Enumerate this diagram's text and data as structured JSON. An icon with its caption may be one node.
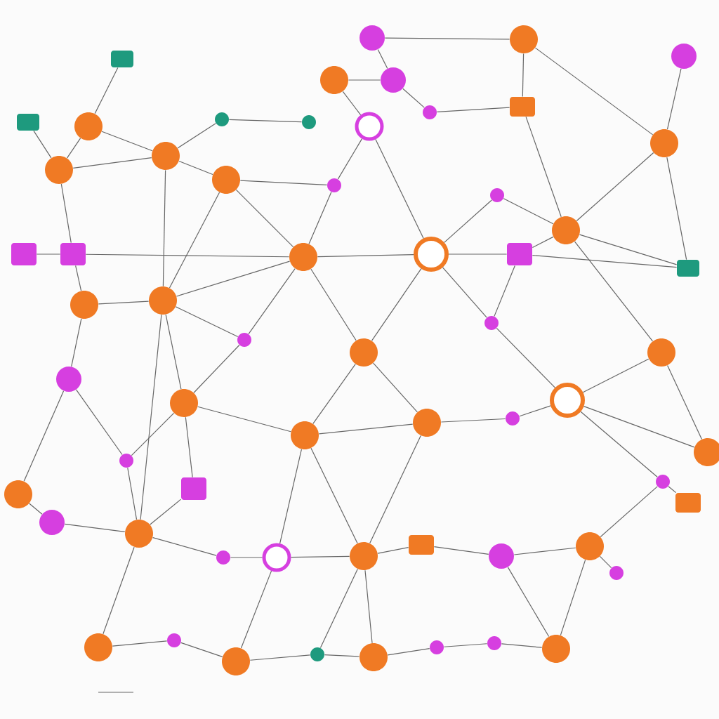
{
  "diagram": {
    "nodes": [
      {
        "text": [],
        "shape": "circle"
      },
      {
        "text": [],
        "shape": "circle"
      },
      {
        "text": [],
        "shape": "circle"
      },
      {
        "text": [],
        "shape": "circle"
      },
      {
        "text": [],
        "shape": "circle"
      },
      {
        "text": [],
        "shape": "circle"
      },
      {
        "text": [],
        "shape": "circle"
      },
      {
        "text": [],
        "shape": "circle"
      },
      {
        "text": [],
        "shape": "box"
      },
      {
        "text": [],
        "shape": "circle"
      },
      {
        "text": [],
        "shape": "circle"
      },
      {
        "text": [],
        "shape": "circle"
      },
      {
        "text": [],
        "shape": "circle"
      },
      {
        "text": [],
        "shape": "circle"
      },
      {
        "text": [],
        "shape": "circle"
      },
      {
        "text": [],
        "shape": "box"
      },
      {
        "text": [],
        "shape": "box"
      },
      {
        "text": [],
        "shape": "circle"
      },
      {
        "text": [],
        "shape": "box"
      },
      {
        "text": [],
        "shape": "box"
      },
      {
        "text": [],
        "shape": "circle"
      },
      {
        "text": [],
        "shape": "circle"
      },
      {
        "text": [],
        "shape": "circle"
      },
      {
        "text": [],
        "shape": "circle"
      },
      {
        "text": [],
        "shape": "circle"
      },
      {
        "text": [],
        "shape": "circle"
      },
      {
        "text": [],
        "shape": "circle"
      },
      {
        "text": [],
        "shape": "circle"
      },
      {
        "text": [],
        "shape": "circle"
      },
      {
        "text": [],
        "shape": "circle"
      },
      {
        "text": [],
        "shape": "circle"
      },
      {
        "text": [],
        "shape": "circle"
      },
      {
        "text": [],
        "shape": "circle"
      },
      {
        "text": [],
        "shape": "box"
      },
      {
        "text": [],
        "shape": "circle"
      },
      {
        "text": [],
        "shape": "circle"
      },
      {
        "text": [],
        "shape": "circle"
      },
      {
        "text": [],
        "shape": "box"
      },
      {
        "text": [],
        "shape": "circle"
      },
      {
        "text": [],
        "shape": "circle"
      },
      {
        "text": [],
        "shape": "box"
      },
      {
        "text": [],
        "shape": "circle"
      },
      {
        "text": [],
        "shape": "circle"
      },
      {
        "text": [],
        "shape": "circle"
      },
      {
        "text": [],
        "shape": "circle"
      },
      {
        "text": [],
        "shape": "circle"
      },
      {
        "text": [],
        "shape": "circle"
      },
      {
        "text": [],
        "shape": "circle"
      },
      {
        "text": [],
        "shape": "circle"
      },
      {
        "text": [],
        "shape": "circle"
      },
      {
        "text": [],
        "shape": "circle"
      },
      {
        "text": [],
        "shape": "circle"
      },
      {
        "text": [],
        "shape": "circle"
      },
      {
        "text": [],
        "shape": "circle"
      },
      {
        "text": [],
        "shape": "circle"
      },
      {
        "text": [],
        "shape": "box"
      },
      {
        "text": [],
        "shape": "box"
      },
      {
        "text": [],
        "shape": "circle"
      },
      {
        "text": [],
        "shape": "circle"
      },
      {
        "text": [],
        "shape": "circle"
      },
      {
        "text": [],
        "shape": "circle"
      }
    ],
    "edges": [
      {
        "from": 0,
        "to": 3,
        "arrow": "none"
      },
      {
        "from": 3,
        "to": 4,
        "arrow": "none"
      },
      {
        "from": 4,
        "to": 7,
        "arrow": "none"
      },
      {
        "from": 0,
        "to": 1,
        "arrow": "none"
      },
      {
        "from": 59,
        "to": 8,
        "arrow": "none"
      },
      {
        "from": 59,
        "to": 3,
        "arrow": "none"
      },
      {
        "from": 1,
        "to": 8,
        "arrow": "none"
      },
      {
        "from": 1,
        "to": 9,
        "arrow": "none"
      },
      {
        "from": 2,
        "to": 9,
        "arrow": "none"
      },
      {
        "from": 8,
        "to": 12,
        "arrow": "none"
      },
      {
        "from": 9,
        "to": 12,
        "arrow": "none"
      },
      {
        "from": 9,
        "to": 16,
        "arrow": "none"
      },
      {
        "from": 5,
        "to": 6,
        "arrow": "none"
      },
      {
        "from": 5,
        "to": 10,
        "arrow": "none"
      },
      {
        "from": 6,
        "to": 11,
        "arrow": "none"
      },
      {
        "from": 10,
        "to": 6,
        "arrow": "none"
      },
      {
        "from": 6,
        "to": 57,
        "arrow": "none"
      },
      {
        "from": 6,
        "to": 17,
        "arrow": "none"
      },
      {
        "from": 11,
        "to": 52,
        "arrow": "none"
      },
      {
        "from": 11,
        "to": 13,
        "arrow": "none"
      },
      {
        "from": 11,
        "to": 17,
        "arrow": "none"
      },
      {
        "from": 57,
        "to": 58,
        "arrow": "none"
      },
      {
        "from": 7,
        "to": 52,
        "arrow": "none"
      },
      {
        "from": 7,
        "to": 14,
        "arrow": "none"
      },
      {
        "from": 52,
        "to": 13,
        "arrow": "none"
      },
      {
        "from": 53,
        "to": 14,
        "arrow": "none"
      },
      {
        "from": 53,
        "to": 12,
        "arrow": "none"
      },
      {
        "from": 12,
        "to": 15,
        "arrow": "none"
      },
      {
        "from": 12,
        "to": 16,
        "arrow": "none"
      },
      {
        "from": 12,
        "to": 24,
        "arrow": "none"
      },
      {
        "from": 15,
        "to": 14,
        "arrow": "none"
      },
      {
        "from": 14,
        "to": 13,
        "arrow": "none"
      },
      {
        "from": 13,
        "to": 17,
        "arrow": "none"
      },
      {
        "from": 13,
        "to": 21,
        "arrow": "none"
      },
      {
        "from": 13,
        "to": 22,
        "arrow": "none"
      },
      {
        "from": 14,
        "to": 22,
        "arrow": "none"
      },
      {
        "from": 14,
        "to": 23,
        "arrow": "none"
      },
      {
        "from": 15,
        "to": 23,
        "arrow": "none"
      },
      {
        "from": 23,
        "to": 28,
        "arrow": "none"
      },
      {
        "from": 24,
        "to": 28,
        "arrow": "none"
      },
      {
        "from": 24,
        "to": 31,
        "arrow": "none"
      },
      {
        "from": 22,
        "to": 27,
        "arrow": "none"
      },
      {
        "from": 22,
        "to": 29,
        "arrow": "none"
      },
      {
        "from": 21,
        "to": 26,
        "arrow": "none"
      },
      {
        "from": 21,
        "to": 17,
        "arrow": "none"
      },
      {
        "from": 17,
        "to": 20,
        "arrow": "none"
      },
      {
        "from": 17,
        "to": 26,
        "arrow": "none"
      },
      {
        "from": 17,
        "to": 35,
        "arrow": "none"
      },
      {
        "from": 26,
        "to": 29,
        "arrow": "none"
      },
      {
        "from": 26,
        "to": 33,
        "arrow": "none"
      },
      {
        "from": 29,
        "to": 27,
        "arrow": "none"
      },
      {
        "from": 27,
        "to": 30,
        "arrow": "none"
      },
      {
        "from": 30,
        "to": 28,
        "arrow": "none"
      },
      {
        "from": 28,
        "to": 31,
        "arrow": "none"
      },
      {
        "from": 28,
        "to": 36,
        "arrow": "none"
      },
      {
        "from": 36,
        "to": 37,
        "arrow": "none"
      },
      {
        "from": 27,
        "to": 39,
        "arrow": "none"
      },
      {
        "from": 29,
        "to": 39,
        "arrow": "none"
      },
      {
        "from": 29,
        "to": 38,
        "arrow": "none"
      },
      {
        "from": 33,
        "to": 35,
        "arrow": "none"
      },
      {
        "from": 35,
        "to": 34,
        "arrow": "none"
      },
      {
        "from": 35,
        "to": 44,
        "arrow": "none"
      },
      {
        "from": 32,
        "to": 34,
        "arrow": "none"
      },
      {
        "from": 25,
        "to": 20,
        "arrow": "none"
      },
      {
        "from": 25,
        "to": 32,
        "arrow": "none"
      },
      {
        "from": 20,
        "to": 19,
        "arrow": "none"
      },
      {
        "from": 19,
        "to": 18,
        "arrow": "none"
      },
      {
        "from": 19,
        "to": 13,
        "arrow": "none"
      },
      {
        "from": 15,
        "to": 16,
        "arrow": "none"
      },
      {
        "from": 38,
        "to": 43,
        "arrow": "none"
      },
      {
        "from": 38,
        "to": 39,
        "arrow": "none"
      },
      {
        "from": 39,
        "to": 40,
        "arrow": "none"
      },
      {
        "from": 40,
        "to": 41,
        "arrow": "none"
      },
      {
        "from": 41,
        "to": 42,
        "arrow": "none"
      },
      {
        "from": 42,
        "to": 36,
        "arrow": "none"
      },
      {
        "from": 42,
        "to": 51,
        "arrow": "none"
      },
      {
        "from": 42,
        "to": 60,
        "arrow": "none"
      },
      {
        "from": 39,
        "to": 48,
        "arrow": "none"
      },
      {
        "from": 38,
        "to": 46,
        "arrow": "none"
      },
      {
        "from": 43,
        "to": 35,
        "arrow": "none"
      },
      {
        "from": 44,
        "to": 45,
        "arrow": "none"
      },
      {
        "from": 45,
        "to": 46,
        "arrow": "none"
      },
      {
        "from": 46,
        "to": 47,
        "arrow": "none"
      },
      {
        "from": 47,
        "to": 48,
        "arrow": "none"
      },
      {
        "from": 48,
        "to": 49,
        "arrow": "none"
      },
      {
        "from": 49,
        "to": 50,
        "arrow": "none"
      },
      {
        "from": 50,
        "to": 51,
        "arrow": "none"
      },
      {
        "from": 41,
        "to": 51,
        "arrow": "none"
      },
      {
        "from": 39,
        "to": 47,
        "arrow": "none"
      },
      {
        "from": 54,
        "to": 26,
        "arrow": "none"
      },
      {
        "from": 54,
        "to": 35,
        "arrow": "none"
      },
      {
        "from": 54,
        "to": 25,
        "arrow": "none"
      },
      {
        "from": 10,
        "to": 19,
        "arrow": "none"
      },
      {
        "from": 5,
        "to": 56,
        "arrow": "none"
      },
      {
        "from": 55,
        "to": 10,
        "arrow": "none"
      }
    ]
  }
}
